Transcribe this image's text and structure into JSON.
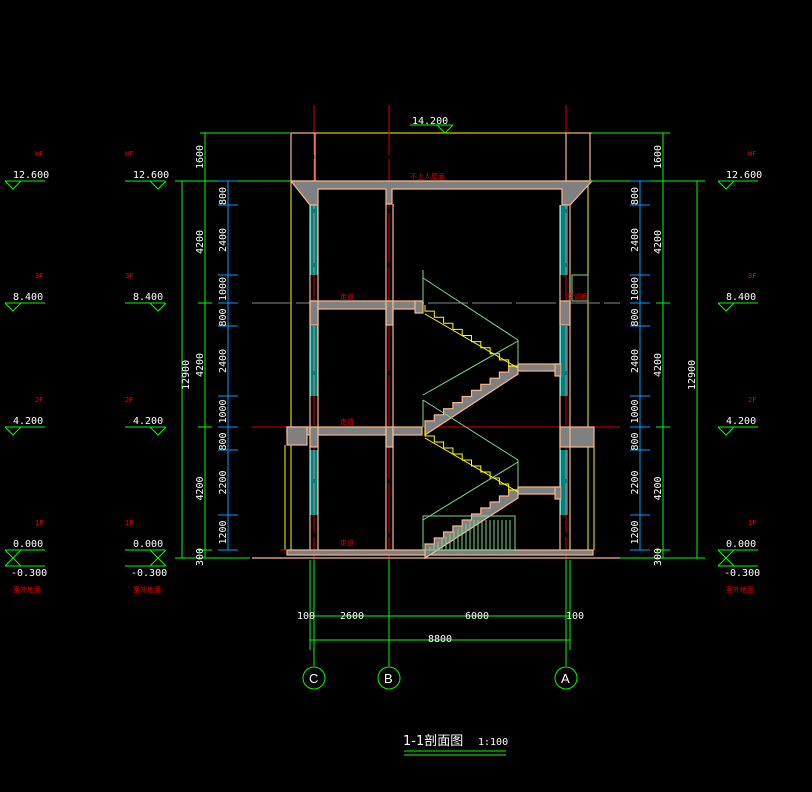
{
  "drawing": {
    "title": "1-1剖面图",
    "scale": "1:100",
    "top_dim": "14.200",
    "levels": [
      {
        "floor": "WF",
        "elev": "12.600"
      },
      {
        "floor": "3F",
        "elev": "8.400"
      },
      {
        "floor": "2F",
        "elev": "4.200"
      },
      {
        "floor": "1F",
        "elev": "0.000"
      }
    ],
    "ground_elev": "-0.300",
    "ground_note": "室外地面",
    "height_dims": [
      "1600",
      "4200",
      "4200",
      "4200",
      "300"
    ],
    "total_height": "12900",
    "opening_dims": [
      "800",
      "2400",
      "1000",
      "800",
      "2400",
      "1000",
      "800",
      "2200",
      "1200"
    ],
    "horizontal_dims": [
      "100",
      "2600",
      "6000",
      "100"
    ],
    "total_width": "8800",
    "axes": [
      "C",
      "B",
      "A"
    ],
    "room_labels": {
      "roof": "不上人屋面",
      "corridor": "走道",
      "ac_board": "空调板"
    }
  }
}
